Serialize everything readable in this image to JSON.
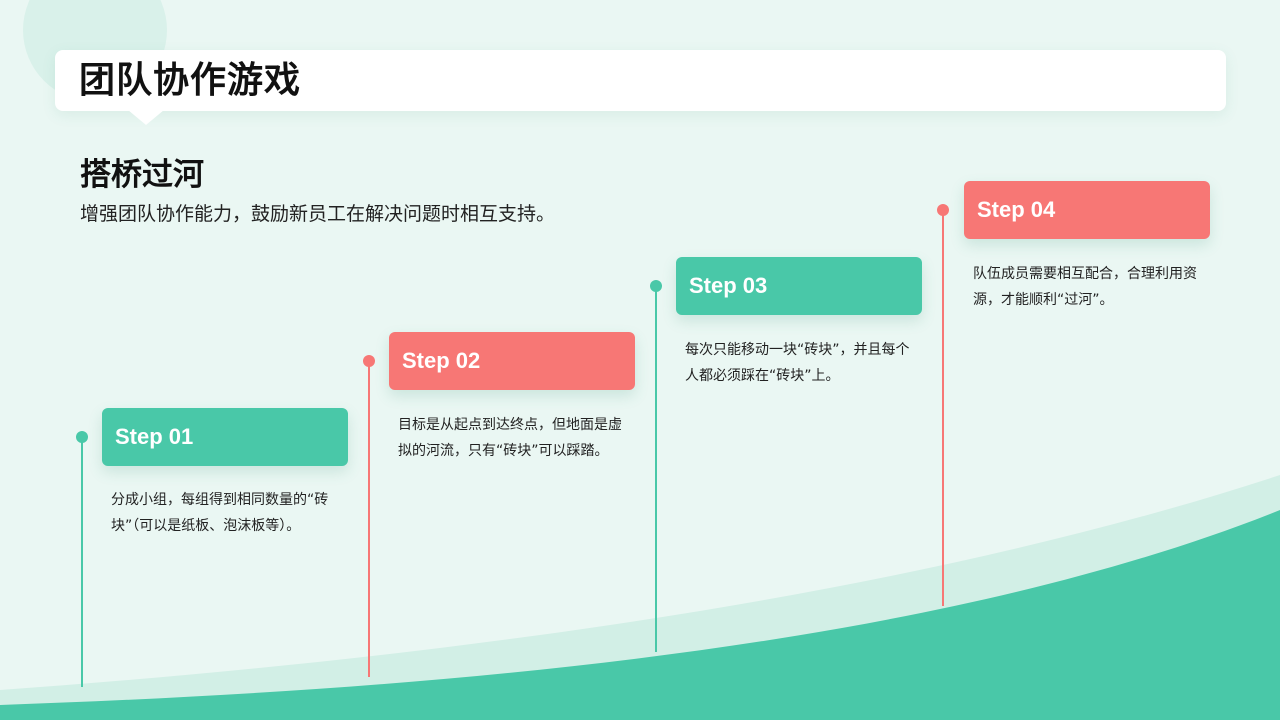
{
  "title": "团队协作游戏",
  "game": {
    "name": "搭桥过河",
    "description": "增强团队协作能力，鼓励新员工在解决问题时相互支持。"
  },
  "steps": [
    {
      "label": "Step 01",
      "text": "分成小组，每组得到相同数量的“砖块”（可以是纸板、泡沫板等）。"
    },
    {
      "label": "Step 02",
      "text": "目标是从起点到达终点，但地面是虚拟的河流，只有“砖块”可以踩踏。"
    },
    {
      "label": "Step 03",
      "text": "每次只能移动一块“砖块”，并且每个人都必须踩在“砖块”上。"
    },
    {
      "label": "Step 04",
      "text": "队伍成员需要相互配合，合理利用资源，才能顺利“过河”。"
    }
  ],
  "colors": {
    "accent_green": "#49c8a8",
    "accent_red": "#f77775",
    "background": "#eaf7f3",
    "text_dark": "#111111"
  }
}
